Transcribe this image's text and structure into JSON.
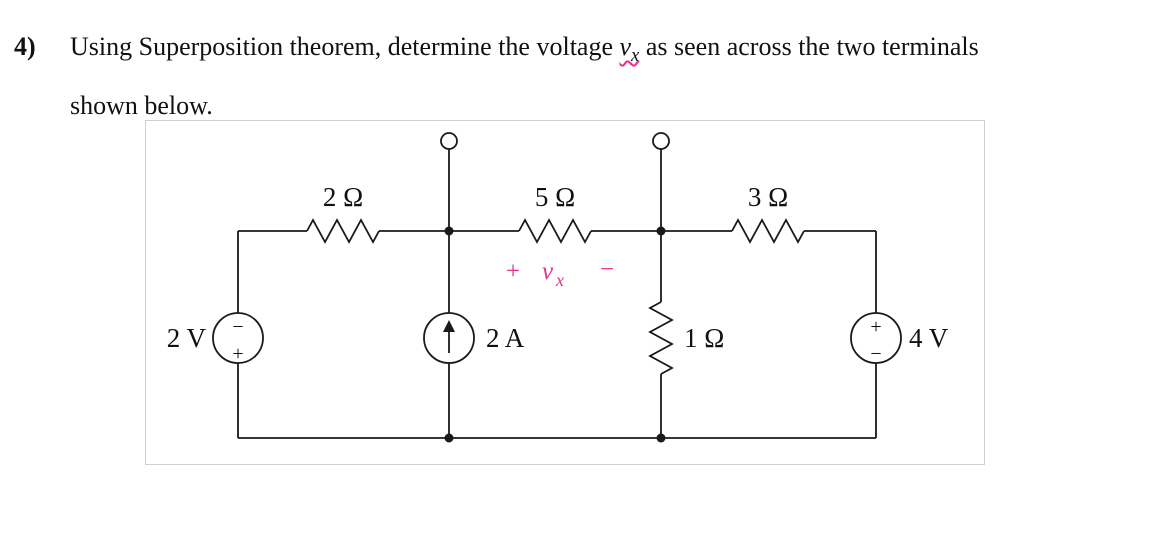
{
  "problem": {
    "number": "4)",
    "text_before": "Using Superposition theorem, determine the voltage ",
    "v_symbol": "v",
    "v_subscript": "x",
    "text_after": " as seen across the two terminals",
    "line2": "shown below."
  },
  "circuit": {
    "labels": {
      "r_left": "2 Ω",
      "r_mid": "5 Ω",
      "r_right": "3 Ω",
      "r_vertical": "1 Ω",
      "v_source_left": "2 V",
      "i_source": "2 A",
      "v_source_right": "4 V"
    },
    "vx": {
      "plus": "+",
      "symbol": "v",
      "subscript": "x",
      "minus": "−"
    },
    "signs": {
      "left_top": "−",
      "left_bottom": "+",
      "right_top": "+",
      "right_bottom": "−"
    },
    "colors": {
      "accent_pink": "#e8308f",
      "wire": "#1a1a1a"
    }
  }
}
